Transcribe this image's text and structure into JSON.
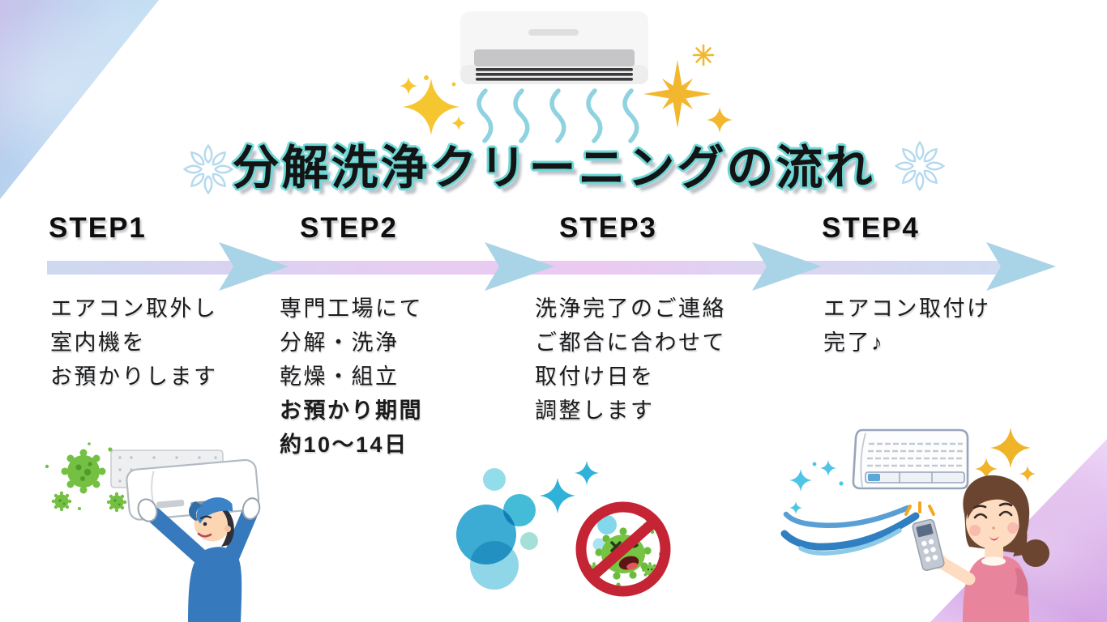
{
  "title": {
    "text": "分解洗浄クリーニングの流れ"
  },
  "steps": [
    {
      "label": "STEP1",
      "lines": [
        "エアコン取外し",
        "室内機を",
        "お預かりします"
      ]
    },
    {
      "label": "STEP2",
      "lines": [
        "専門工場にて",
        "分解・洗浄",
        "乾燥・組立",
        "お預かり期間",
        "約10〜14日"
      ]
    },
    {
      "label": "STEP3",
      "lines": [
        "洗浄完了のご連絡",
        "ご都合に合わせて",
        "取付け日を",
        "調整します"
      ]
    },
    {
      "label": "STEP4",
      "lines": [
        "エアコン取付け",
        "完了♪"
      ]
    }
  ],
  "icons": {
    "snowflake": "eight-petal outlined snowflake beside title",
    "air-conditioner": "wall-mounted AC unit",
    "air-flow": "five wavy cool-air lines",
    "sparkle-yellow": "four/eight point yellow sparkle",
    "sparkle-cyan": "four point cyan sparkle",
    "flow-arrow": "light blue right arrowhead on gradient timeline",
    "germ": "green virus blob",
    "no-germs": "red prohibition circle over dead germ",
    "bubbles": "blue soap bubbles",
    "worker": "technician in blue removing AC indoor unit",
    "woman-remote": "woman pointing remote at clean AC",
    "wind": "blue breeze swoosh"
  },
  "colors": {
    "title_outline": "#6fd8d6",
    "text": "#1b1b1b",
    "bar_gradient": [
      "#cdd9ef",
      "#ecc9f1",
      "#cfdcf1"
    ],
    "arrow": "#a9d3e6",
    "germ_green": "#74c043",
    "prohibition_red": "#c42433",
    "bubble_blue": "#3cacd4",
    "sparkle_yellow": "#f2b72e",
    "sparkle_cyan": "#2fb2d8",
    "watercolor_blue": "#b7d0ee",
    "watercolor_purple": "#d3a5e5",
    "worker_blue": "#3679bd",
    "shirt_pink": "#e8849c"
  }
}
